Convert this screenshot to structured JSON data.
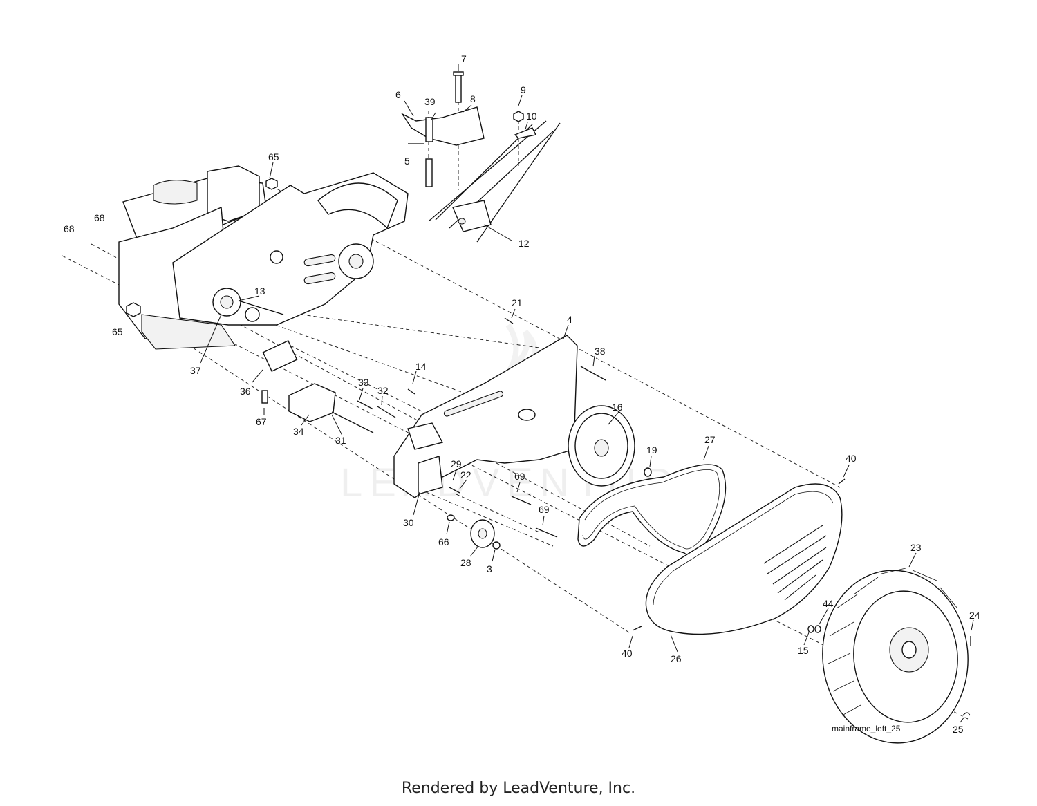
{
  "diagram": {
    "drawing_ref": "mainframe_left_25",
    "watermark_text": "LEADVENTURE",
    "callouts": [
      "7",
      "6",
      "39",
      "8",
      "9",
      "10",
      "5",
      "65",
      "68",
      "68",
      "12",
      "13",
      "65",
      "21",
      "4",
      "38",
      "37",
      "36",
      "14",
      "33",
      "32",
      "16",
      "67",
      "34",
      "31",
      "27",
      "29",
      "22",
      "19",
      "40",
      "69",
      "30",
      "69",
      "66",
      "28",
      "3",
      "23",
      "44",
      "24",
      "40",
      "26",
      "15",
      "25"
    ]
  },
  "footer": {
    "text": "Rendered by LeadVenture, Inc."
  }
}
